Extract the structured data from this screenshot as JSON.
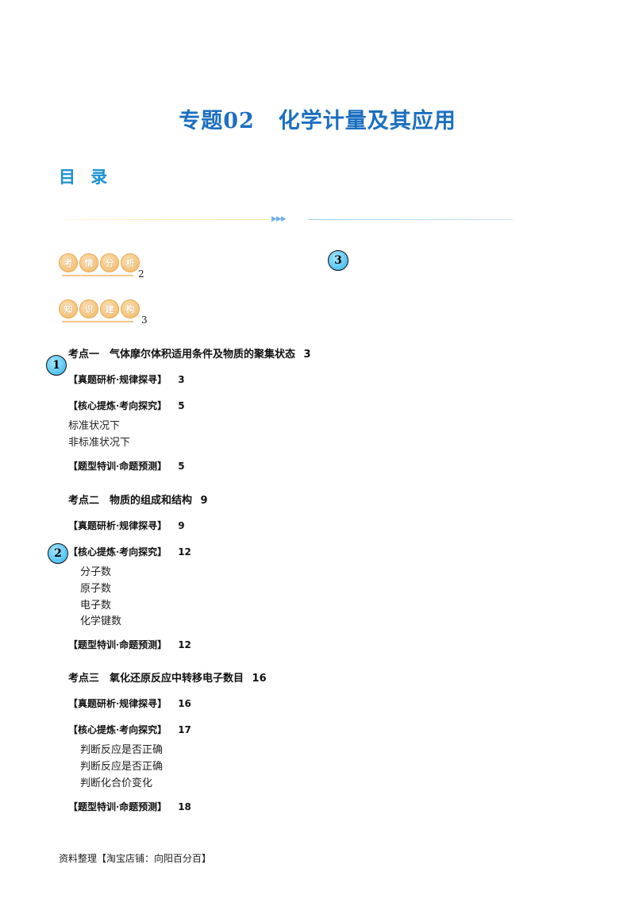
{
  "doc": {
    "title_prefix": "专题02",
    "title_main": "化学计量及其应用",
    "toc_heading": "目 录",
    "divider_marker": "▶▶▶"
  },
  "badges": [
    {
      "chars": [
        "考",
        "情",
        "分",
        "析"
      ],
      "page": "2"
    },
    {
      "chars": [
        "知",
        "识",
        "建",
        "构"
      ],
      "page": "3"
    }
  ],
  "markers": {
    "m1": "1",
    "m2": "2",
    "m3": "3"
  },
  "topics": [
    {
      "heading": "考点一　气体摩尔体积适用条件及物质的聚集状态",
      "page": "3",
      "sections": [
        {
          "label": "【真题研析·规律探寻】",
          "page": "3"
        },
        {
          "label": "【核心提炼·考向探究】",
          "page": "5"
        },
        {
          "label": "【题型特训·命题预测】",
          "page": "5"
        }
      ],
      "items": [
        "标准状况下",
        "非标准状况下"
      ]
    },
    {
      "heading": "考点二　物质的组成和结构",
      "page": "9",
      "sections": [
        {
          "label": "【真题研析·规律探寻】",
          "page": "9"
        },
        {
          "label": "【核心提炼·考向探究】",
          "page": "12"
        },
        {
          "label": "【题型特训·命题预测】",
          "page": "12"
        }
      ],
      "items": [
        "分子数",
        "原子数",
        "电子数",
        "化学键数"
      ]
    },
    {
      "heading": "考点三　氧化还原反应中转移电子数目",
      "page": "16",
      "sections": [
        {
          "label": "【真题研析·规律探寻】",
          "page": "16"
        },
        {
          "label": "【核心提炼·考向探究】",
          "page": "17"
        },
        {
          "label": "【题型特训·命题预测】",
          "page": "18"
        }
      ],
      "items": [
        "判断反应是否正确",
        "判断反应是否正确",
        "判断化合价变化"
      ]
    }
  ],
  "footer": "资料整理【淘宝店铺：向阳百分百】"
}
